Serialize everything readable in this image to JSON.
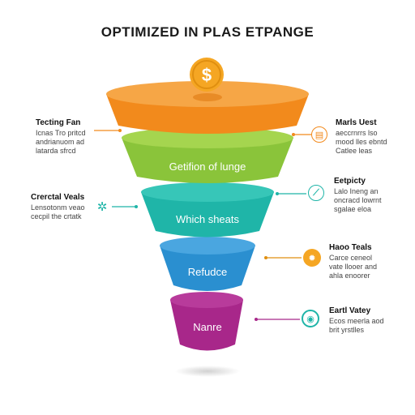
{
  "title": "OPTIMIZED IN PLAS ETPANGE",
  "coin_symbol": "$",
  "segments": [
    {
      "label": "",
      "color": "#f28a1c",
      "top_color": "#f6a646"
    },
    {
      "label": "Getifion of lunge",
      "color": "#8ac43a",
      "top_color": "#a5d54f"
    },
    {
      "label": "Which sheats",
      "color": "#1fb5a8",
      "top_color": "#37c6b8"
    },
    {
      "label": "Refudce",
      "color": "#2a8fd0",
      "top_color": "#4aa6e0"
    },
    {
      "label": "Nanre",
      "color": "#a8278a",
      "top_color": "#b83b9b"
    }
  ],
  "notes_left": [
    {
      "heading": "Tecting Fan",
      "lines": [
        "Icnas Tro pritcd",
        "andrianuom ad",
        "latarda sfrcd"
      ]
    },
    {
      "heading": "Crerctal Veals",
      "lines": [
        "Lensotonm veao",
        "cecpil the crtatk"
      ]
    }
  ],
  "notes_right": [
    {
      "heading": "Marls Uest",
      "lines": [
        "aeccrnrrs lso",
        "mood lles ebntd",
        "Catlee leas"
      ]
    },
    {
      "heading": "Eetpicty",
      "lines": [
        "Lalo Ineng an",
        "oncracd lowrnt",
        "sgalae eloa"
      ]
    },
    {
      "heading": "Haoo Teals",
      "lines": [
        "Carce ceneol",
        "vate llooer and",
        "ahla enoorer"
      ]
    },
    {
      "heading": "Eartl Vatey",
      "lines": [
        "Ecos meerla aod",
        "brit yrstlles"
      ]
    }
  ],
  "colors": {
    "orange": "#f28a1c",
    "green": "#8ac43a",
    "teal": "#1fb5a8",
    "blue": "#2a8fd0",
    "magenta": "#a8278a",
    "coin": "#f5a623"
  },
  "icons": {
    "right_1": "document-icon",
    "right_2": "gauge-icon",
    "right_3": "gear-icon",
    "right_4": "target-icon",
    "left_2": "star-network-icon"
  }
}
